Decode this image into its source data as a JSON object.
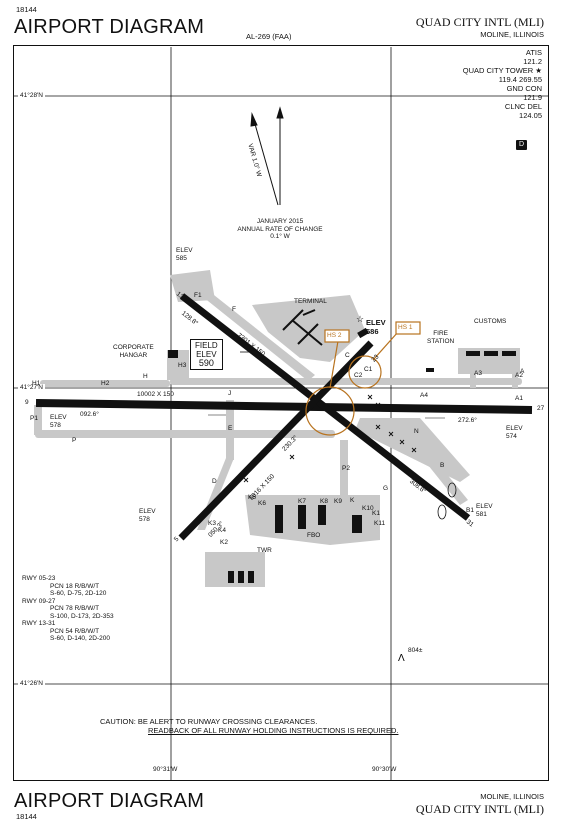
{
  "header": {
    "doc_number": "18144",
    "title": "AIRPORT DIAGRAM",
    "procedure_id": "AL-269 (FAA)",
    "airport_name": "QUAD CITY INTL (MLI)",
    "location": "MOLINE, ILLINOIS"
  },
  "frequencies": [
    {
      "label": "ATIS",
      "value": "121.2"
    },
    {
      "label": "QUAD CITY TOWER ★",
      "value": "119.4  269.55"
    },
    {
      "label": "GND CON",
      "value": "121.9"
    },
    {
      "label": "CLNC DEL",
      "value": "124.05"
    }
  ],
  "frequency_badge": "D",
  "variation": {
    "note_line1": "JANUARY 2015",
    "note_line2": "ANNUAL RATE OF CHANGE",
    "note_line3": "0.1° W",
    "arrow_label": "VAR 1.0° W",
    "variation_deg": 1.0
  },
  "grid": {
    "lat_top": "41°28′N",
    "lat_mid": "41°27′N",
    "lat_bottom": "41°26′N",
    "lon_left": "90°31′W",
    "lon_right": "90°30′W"
  },
  "runways": [
    {
      "id": "9-27",
      "dims": "10002 X 150",
      "ends": [
        "9",
        "27"
      ],
      "headings": [
        "092.6°",
        "272.6°"
      ]
    },
    {
      "id": "13-31",
      "dims": "7301 X 150",
      "ends": [
        "13",
        "31"
      ],
      "headings": [
        "128.8°",
        "308.8°"
      ]
    },
    {
      "id": "5-23",
      "dims": "5016 X 150",
      "ends": [
        "5",
        "23"
      ],
      "headings": [
        "050.3°",
        "230.3°"
      ]
    }
  ],
  "elevations": {
    "elev_label": "ELEV",
    "rwy13_end": "585",
    "rwy9_end": "578",
    "rwy27_end": "574",
    "rwy5_end": "578",
    "rwy31_end": "581",
    "center": "586",
    "field_label_1": "FIELD",
    "field_label_2": "ELEV",
    "field_value": "590"
  },
  "hot_spots": [
    "HS 1",
    "HS 2"
  ],
  "buildings": {
    "terminal": "TERMINAL",
    "corporate_hangar_1": "CORPORATE",
    "corporate_hangar_2": "HANGAR",
    "fire_station_1": "FIRE",
    "fire_station_2": "STATION",
    "customs": "CUSTOMS",
    "fbo": "FBO",
    "twr": "TWR"
  },
  "taxiways": [
    "A",
    "A1",
    "A2",
    "A3",
    "A4",
    "B",
    "B1",
    "C",
    "C1",
    "C2",
    "D",
    "E",
    "F",
    "F1",
    "G",
    "H",
    "H1",
    "H2",
    "H3",
    "J",
    "K",
    "K1",
    "K2",
    "K3",
    "K4",
    "K5",
    "K6",
    "K7",
    "K8",
    "K9",
    "K10",
    "K11",
    "N",
    "P",
    "P1",
    "P2"
  ],
  "obstacle": {
    "height": "804",
    "mark": "±"
  },
  "runway_data": [
    {
      "rwy": "RWY  05-23",
      "pcn": "PCN 18 R/B/W/T",
      "wt": "S-60, D-75, 2D-120"
    },
    {
      "rwy": "RWY  09-27",
      "pcn": "PCN 78 R/B/W/T",
      "wt": "S-100, D-173, 2D-353"
    },
    {
      "rwy": "RWY  13-31",
      "pcn": "PCN 54 R/B/W/T",
      "wt": "S-60, D-140, 2D-200"
    }
  ],
  "caution": {
    "line1": "CAUTION: BE ALERT TO RUNWAY CROSSING CLEARANCES.",
    "line2": "READBACK OF ALL RUNWAY HOLDING INSTRUCTIONS IS REQUIRED."
  },
  "colors": {
    "hotspot": "#b8731f",
    "pavement": "#c8c8c8",
    "runway": "#111111"
  }
}
